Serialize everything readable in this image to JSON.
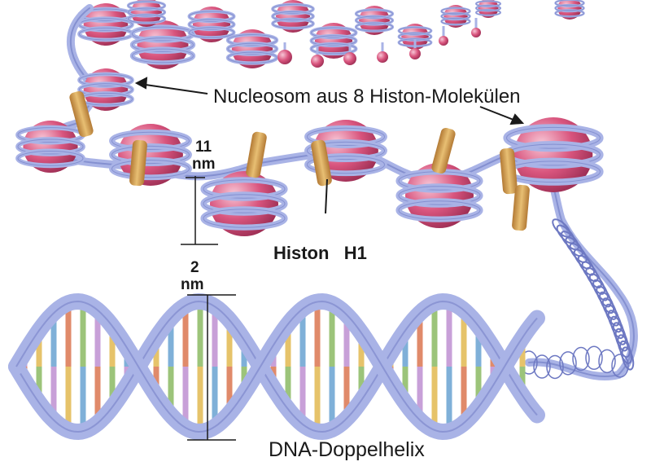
{
  "labels": {
    "nucleosome": "Nucleosom  aus 8 Histon-Molekülen",
    "nm11_value": "11",
    "nm11_unit": "nm",
    "histone_h1": "Histon   H1",
    "nm2_value": "2",
    "nm2_unit": "nm",
    "dna_helix": "DNA-Doppelhelix"
  },
  "colors": {
    "histone_core": "#d9557e",
    "histone_highlight": "#f2a9c0",
    "dna_strand": "#a9b3e6",
    "dna_strand_dark": "#6d78c2",
    "linker_h1": "#d9a55a",
    "base_pairs": [
      "#e08a6a",
      "#9cc47a",
      "#c8a0d8",
      "#e6c36a",
      "#7fb0d8"
    ]
  }
}
